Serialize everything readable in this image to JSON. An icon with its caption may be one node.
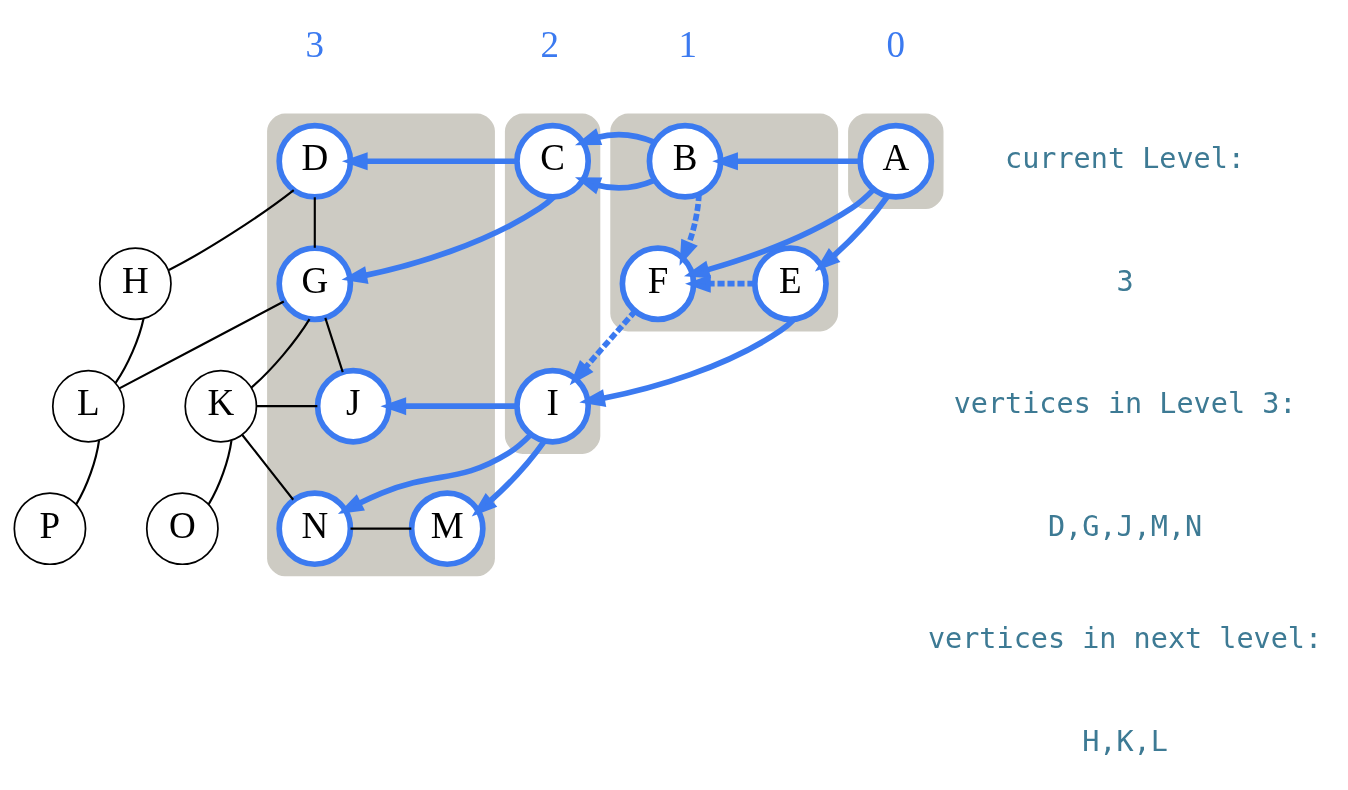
{
  "diagram": {
    "nodes": [
      {
        "text": [],
        "shape": "band"
      },
      {
        "text": [],
        "shape": "band"
      },
      {
        "text": [],
        "shape": "band"
      },
      {
        "text": [],
        "shape": "band"
      },
      {
        "text": [
          "A"
        ],
        "in": 0
      },
      {
        "text": [
          "B"
        ],
        "in": 1
      },
      {
        "text": [
          "C"
        ],
        "in": 2
      },
      {
        "text": [
          "D"
        ],
        "in": 3
      },
      {
        "text": [
          "E"
        ],
        "in": 1
      },
      {
        "text": [
          "F"
        ],
        "in": 1
      },
      {
        "text": [
          "G"
        ],
        "in": 3
      },
      {
        "text": [
          "H"
        ]
      },
      {
        "text": [
          "I"
        ],
        "in": 2
      },
      {
        "text": [
          "J"
        ],
        "in": 3
      },
      {
        "text": [
          "K"
        ]
      },
      {
        "text": [
          "L"
        ]
      },
      {
        "text": [
          "M"
        ],
        "in": 3
      },
      {
        "text": [
          "N"
        ],
        "in": 3
      },
      {
        "text": [
          "O"
        ]
      },
      {
        "text": [
          "P"
        ]
      }
    ],
    "edges": [
      {
        "from": 4,
        "to": 5,
        "arrow": "to"
      },
      {
        "from": 5,
        "to": 6,
        "arrow": "to"
      },
      {
        "from": 6,
        "to": 7,
        "arrow": "to"
      },
      {
        "from": 4,
        "to": 8,
        "arrow": "to"
      },
      {
        "from": 4,
        "to": 9,
        "arrow": "to"
      },
      {
        "from": 5,
        "to": 9,
        "arrow": "to",
        "style": "dashed"
      },
      {
        "from": 8,
        "to": 9,
        "arrow": "to",
        "style": "dashed"
      },
      {
        "from": 6,
        "to": 10,
        "arrow": "to"
      },
      {
        "from": 7,
        "to": 10,
        "arrow": "none",
        "color": "#000000"
      },
      {
        "from": 7,
        "to": 11,
        "arrow": "none",
        "color": "#000000"
      },
      {
        "from": 8,
        "to": 12,
        "arrow": "to"
      },
      {
        "from": 9,
        "to": 12,
        "arrow": "to",
        "style": "dashed"
      },
      {
        "from": 10,
        "to": 13,
        "arrow": "none",
        "color": "#000000"
      },
      {
        "from": 10,
        "to": 14,
        "arrow": "none",
        "color": "#000000"
      },
      {
        "from": 10,
        "to": 15,
        "arrow": "none",
        "color": "#000000"
      },
      {
        "from": 11,
        "to": 15,
        "arrow": "none",
        "color": "#000000"
      },
      {
        "from": 12,
        "to": 13,
        "arrow": "to"
      },
      {
        "from": 13,
        "to": 14,
        "arrow": "none",
        "color": "#000000"
      },
      {
        "from": 12,
        "to": 16,
        "arrow": "to"
      },
      {
        "from": 12,
        "to": 17,
        "arrow": "to"
      },
      {
        "from": 14,
        "to": 17,
        "arrow": "none",
        "color": "#000000"
      },
      {
        "from": 14,
        "to": 18,
        "arrow": "none",
        "color": "#000000"
      },
      {
        "from": 15,
        "to": 19,
        "arrow": "none",
        "color": "#000000"
      },
      {
        "from": 16,
        "to": 17,
        "arrow": "none",
        "color": "#000000"
      }
    ],
    "labels": [
      "current Level:",
      "3",
      "vertices in Level 3:",
      "D,G,J,M,N",
      "vertices in next level:",
      "H,K,L",
      "0",
      "1",
      "2",
      "3"
    ]
  }
}
